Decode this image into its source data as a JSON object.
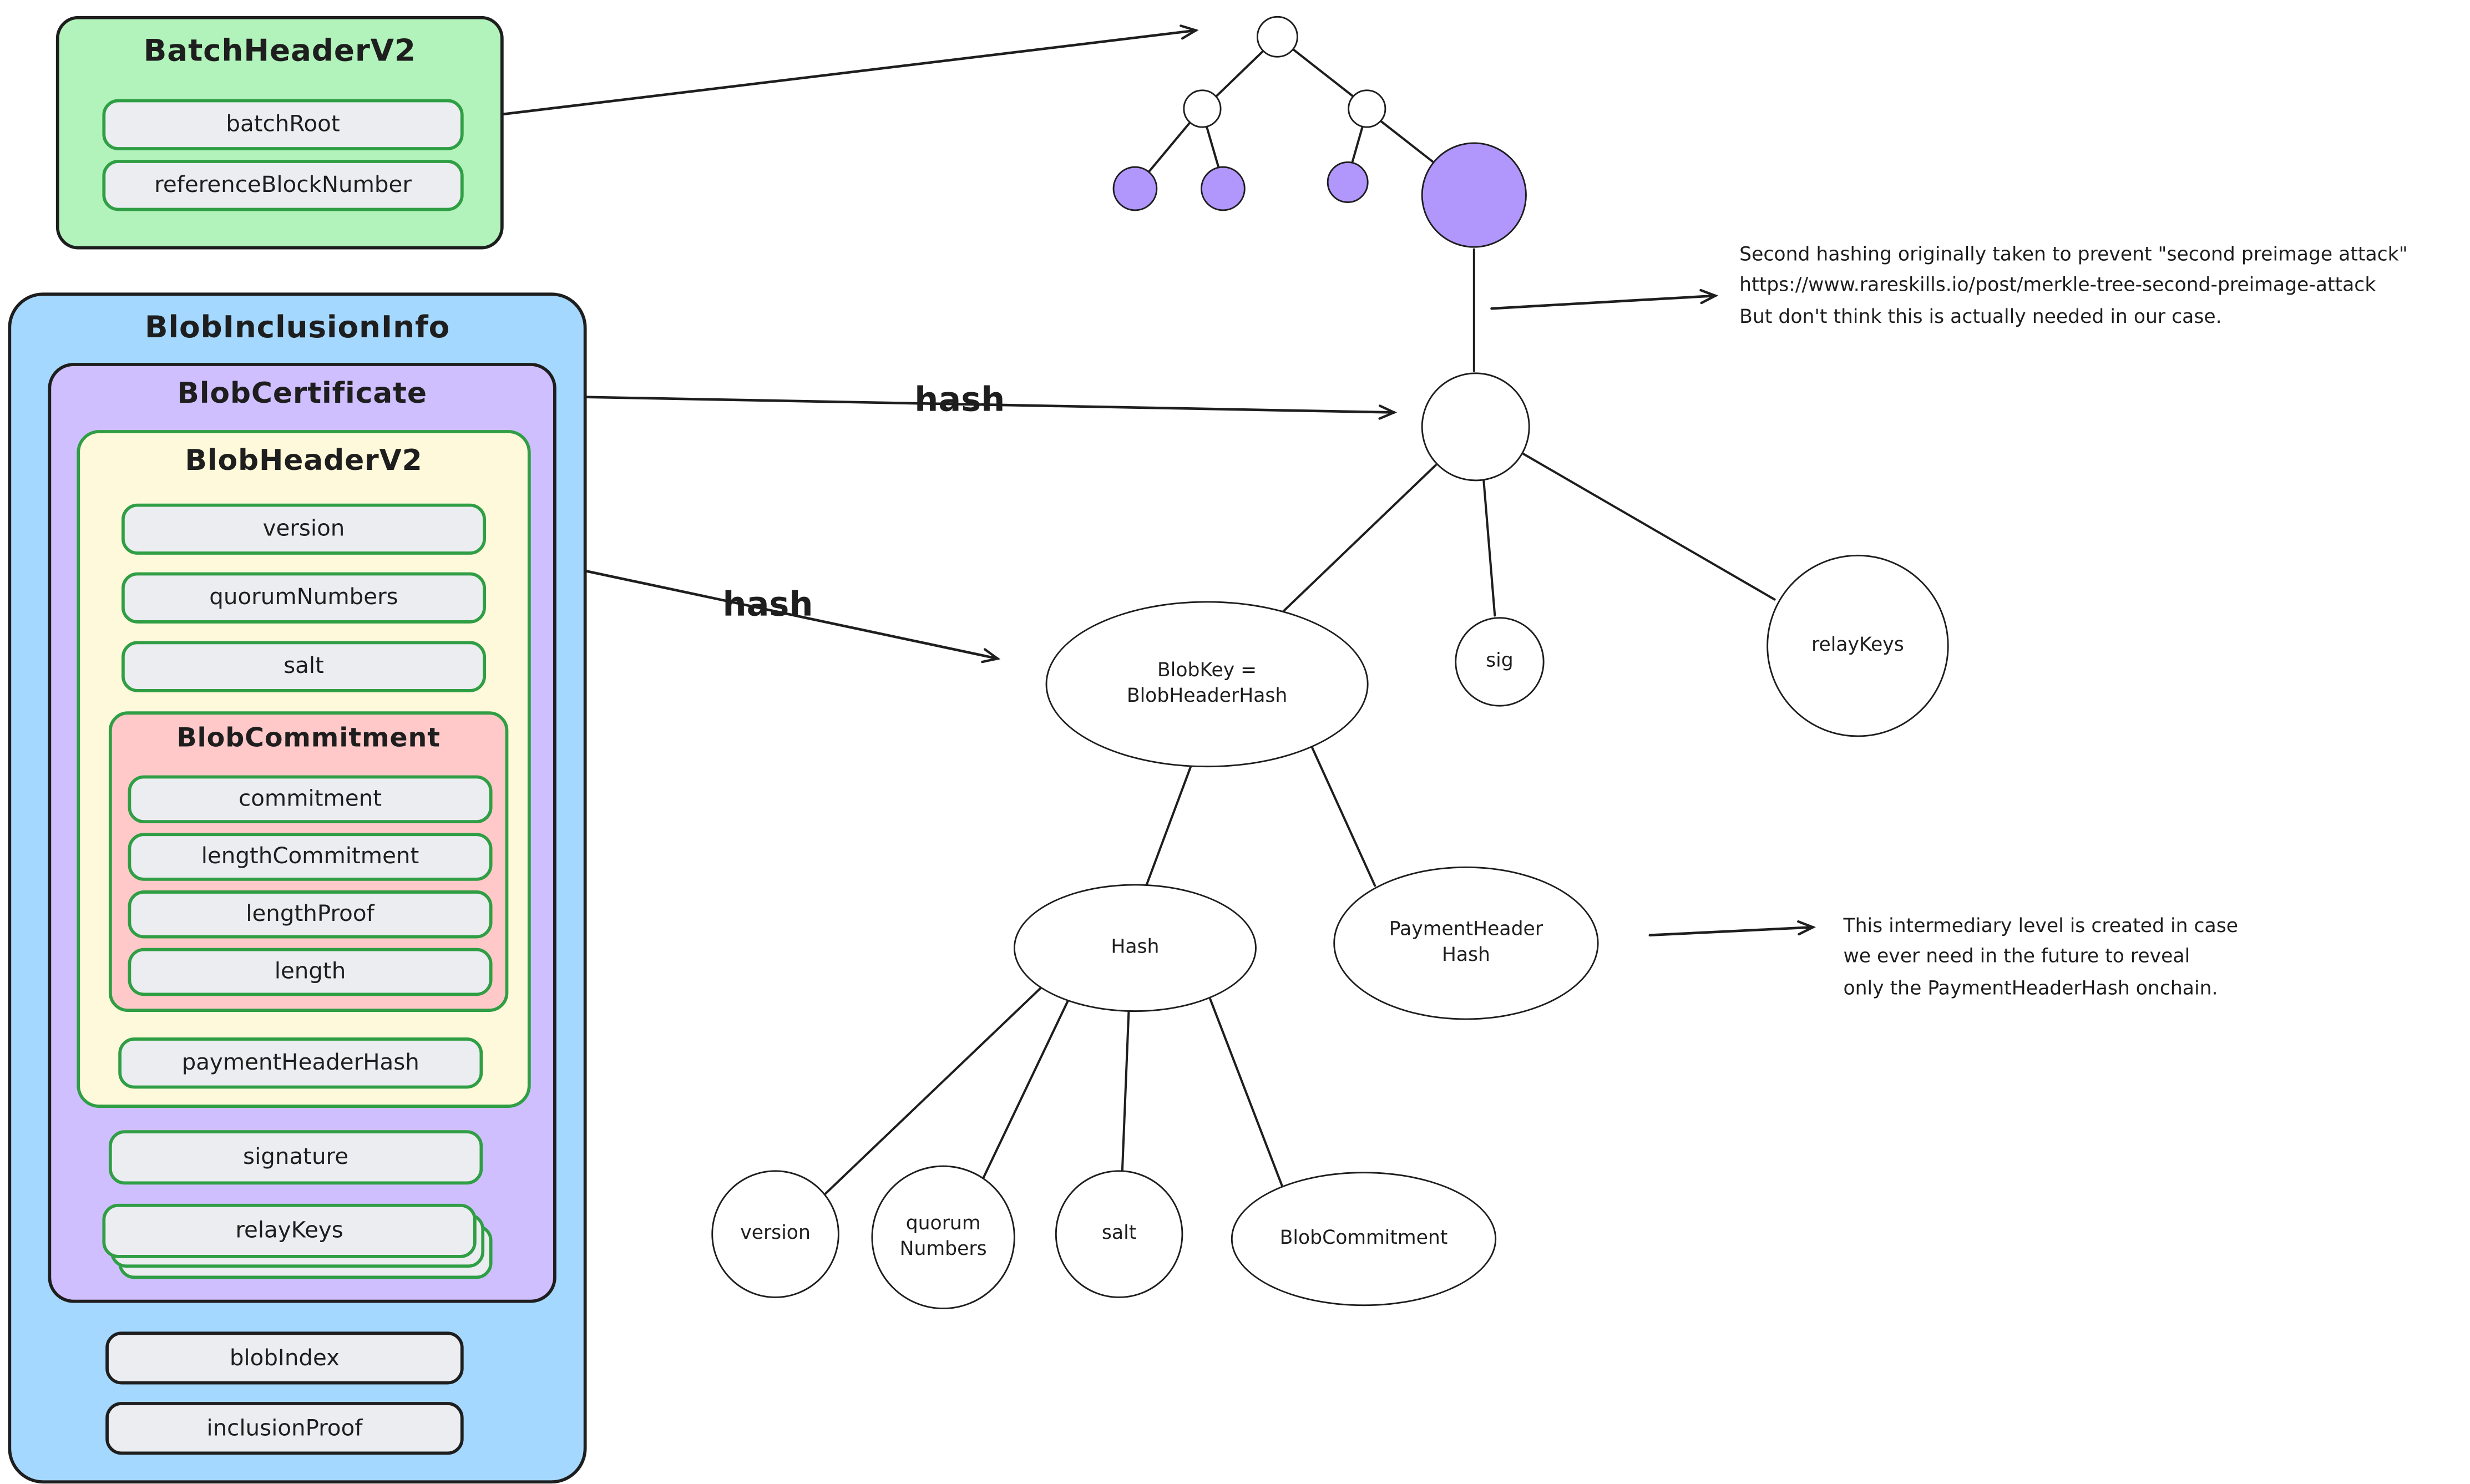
{
  "batch_header": {
    "title": "BatchHeaderV2",
    "fields": [
      "batchRoot",
      "referenceBlockNumber"
    ]
  },
  "blob_inclusion": {
    "title": "BlobInclusionInfo",
    "fields": [
      "blobIndex",
      "inclusionProof"
    ],
    "certificate": {
      "title": "BlobCertificate",
      "fields": [
        "signature",
        "relayKeys"
      ],
      "header": {
        "title": "BlobHeaderV2",
        "fields": [
          "version",
          "quorumNumbers",
          "salt"
        ],
        "payment_field": "paymentHeaderHash",
        "commitment": {
          "title": "BlobCommitment",
          "fields": [
            "commitment",
            "lengthCommitment",
            "lengthProof",
            "length"
          ]
        }
      }
    }
  },
  "edge_labels": {
    "cert_hash": "hash",
    "header_hash": "hash"
  },
  "tree": {
    "blob_key_line1": "BlobKey =",
    "blob_key_line2": "BlobHeaderHash",
    "sig": "sig",
    "relay_keys": "relayKeys",
    "hash": "Hash",
    "payment_line1": "PaymentHeader",
    "payment_line2": "Hash",
    "leaf_version": "version",
    "leaf_quorum_line1": "quorum",
    "leaf_quorum_line2": "Numbers",
    "leaf_salt": "salt",
    "leaf_commitment": "BlobCommitment"
  },
  "notes": {
    "preimage_line1": "Second hashing originally taken to prevent \"second preimage attack\"",
    "preimage_line2": "https://www.rareskills.io/post/merkle-tree-second-preimage-attack",
    "preimage_line3": "But don't think this is actually needed in our case.",
    "intermediary_line1": "This intermediary level is created in case",
    "intermediary_line2": "we ever need in the future to reveal",
    "intermediary_line3": "only the PaymentHeaderHash onchain."
  },
  "colors": {
    "green_fill": "#b2f2bb",
    "blue_fill": "#a5d8ff",
    "purple_fill": "#d0bfff",
    "yellow_fill": "#fff9db",
    "pink_fill": "#ffc9c9",
    "gray_fill": "#ebedf0",
    "node_purple": "#b197fc",
    "stroke": "#1e1e1e",
    "green_stroke": "#2f9e44"
  }
}
